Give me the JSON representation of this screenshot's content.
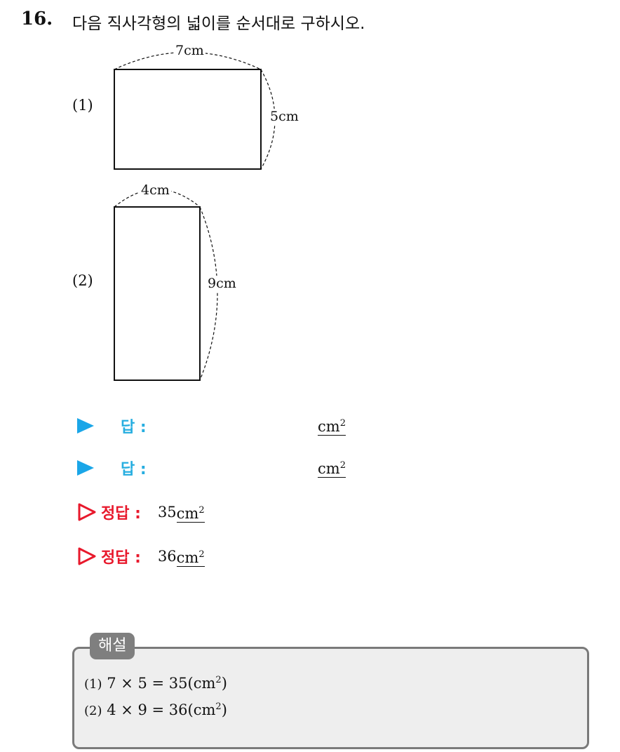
{
  "question": {
    "number": "16.",
    "text": "다음 직사각형의 넓이를 순서대로 구하시오."
  },
  "figures": [
    {
      "label": "(1)",
      "width_label": "7cm",
      "height_label": "5cm"
    },
    {
      "label": "(2)",
      "width_label": "4cm",
      "height_label": "9cm"
    }
  ],
  "answer_rows": [
    {
      "label": "답 :",
      "unit": "cm",
      "unit_exp": "2"
    },
    {
      "label": "답 :",
      "unit": "cm",
      "unit_exp": "2"
    }
  ],
  "correct_answers": [
    {
      "label": "정답 :",
      "value": "35",
      "unit": "cm",
      "unit_exp": "2"
    },
    {
      "label": "정답 :",
      "value": "36",
      "unit": "cm",
      "unit_exp": "2"
    }
  ],
  "solution": {
    "tag": "해설",
    "lines": [
      {
        "label": "(1)",
        "expr": "7 × 5 = 35(",
        "unit": "cm",
        "unit_exp": "2",
        "close": ")"
      },
      {
        "label": "(2)",
        "expr": "4 × 9 = 36(",
        "unit": "cm",
        "unit_exp": "2",
        "close": ")"
      }
    ]
  },
  "colors": {
    "answer_marker": "#1aa6e8",
    "answer_label": "#27aee0",
    "correct_label": "#e8192c",
    "solution_box_bg": "#eeeeee",
    "solution_tag_bg": "#7f7f7f"
  }
}
